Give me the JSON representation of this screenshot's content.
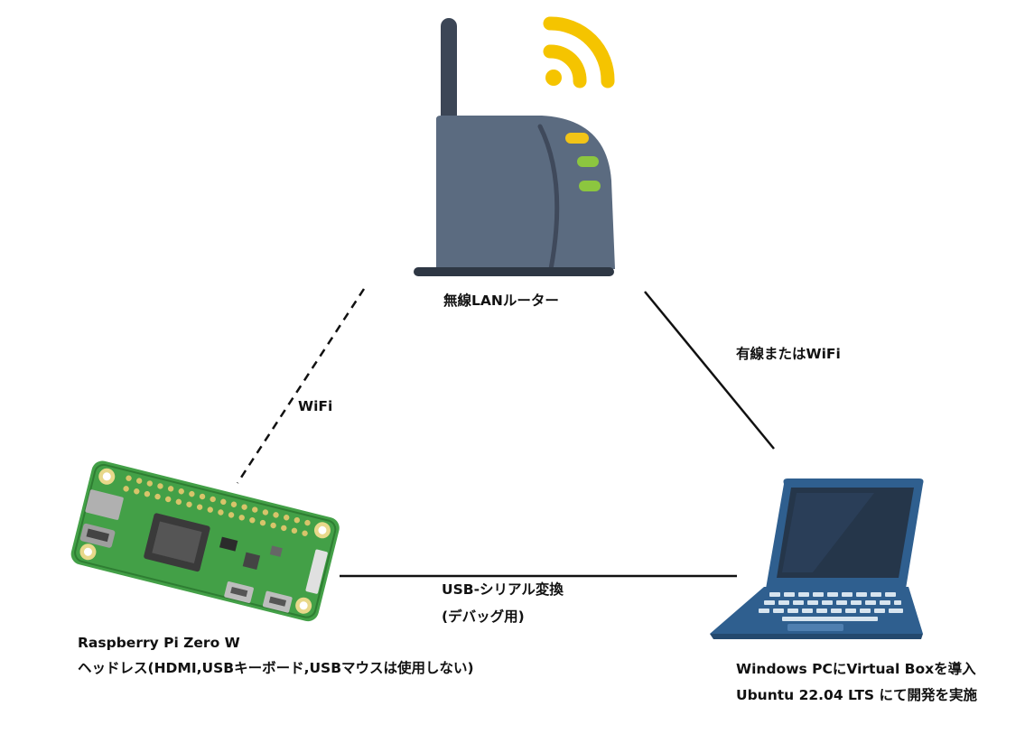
{
  "router": {
    "label": "無線LANルーター"
  },
  "links": {
    "wifi_pi": "WiFi",
    "router_pc": "有線またはWiFi",
    "serial_line1": "USB-シリアル変換",
    "serial_line2": "(デバッグ用)"
  },
  "raspberry_pi": {
    "line1": "Raspberry Pi Zero W",
    "line2": "ヘッドレス(HDMI,USBキーボード,USBマウスは使用しない)"
  },
  "pc": {
    "line1": "Windows PCにVirtual Boxを導入",
    "line2": "Ubuntu 22.04 LTS にて開発を実施"
  },
  "colors": {
    "router_body": "#5b6b80",
    "router_dark": "#3c4656",
    "wifi_signal": "#f5c400",
    "led_yellow": "#f2c417",
    "led_green": "#8cc63f",
    "board_green": "#43a047",
    "laptop_blue": "#2f5f8f",
    "laptop_screen": "#25364a"
  },
  "icons": [
    "router-icon",
    "wifi-signal-icon",
    "raspberry-pi-board-icon",
    "laptop-icon"
  ]
}
